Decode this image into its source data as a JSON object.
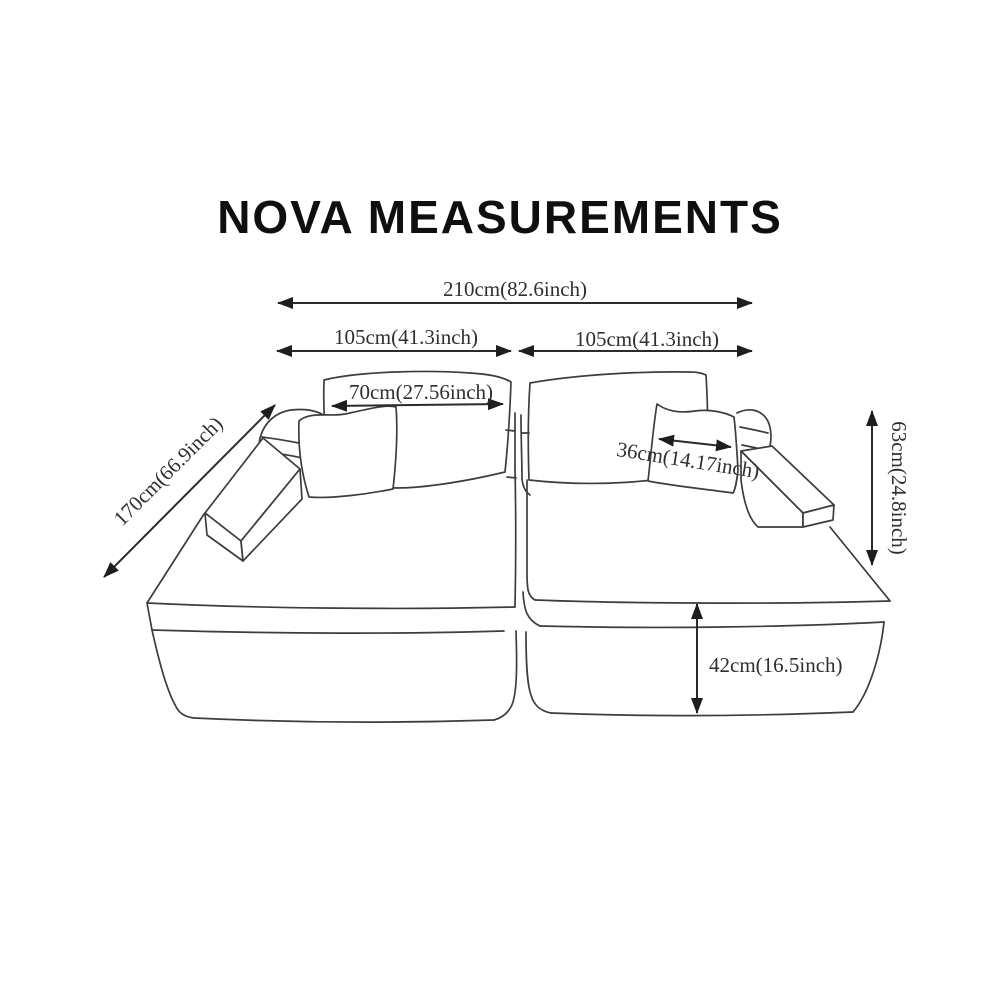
{
  "page": {
    "title": "NOVA MEASUREMENTS",
    "background_color": "#ffffff",
    "title_color": "#0f0f0f"
  },
  "diagram": {
    "subject": "modular sofa line drawing with dimension arrows",
    "line_color": "#3d3d3d",
    "dimension_text_color": "#2f2f2f",
    "dimensions": {
      "total_width": {
        "label": "210cm(82.6inch)",
        "cm": 210,
        "inch": 82.6
      },
      "left_module_width": {
        "label": "105cm(41.3inch)",
        "cm": 105,
        "inch": 41.3
      },
      "right_module_width": {
        "label": "105cm(41.3inch)",
        "cm": 105,
        "inch": 41.3
      },
      "back_cushion_width": {
        "label": "70cm(27.56inch)",
        "cm": 70,
        "inch": 27.56
      },
      "pillow_width": {
        "label": "36cm(14.17inch)",
        "cm": 36,
        "inch": 14.17
      },
      "depth": {
        "label": "170cm(66.9inch)",
        "cm": 170,
        "inch": 66.9
      },
      "back_height": {
        "label": "63cm(24.8inch)",
        "cm": 63,
        "inch": 24.8
      },
      "seat_height": {
        "label": "42cm(16.5inch)",
        "cm": 42,
        "inch": 16.5
      }
    }
  }
}
